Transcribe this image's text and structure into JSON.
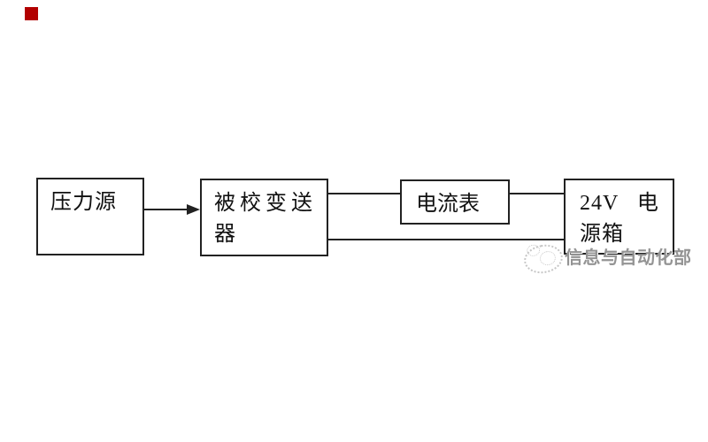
{
  "colors": {
    "accent_red": "#b20000",
    "line": "#222222",
    "watermark": "#949494"
  },
  "diagram": {
    "nodes": [
      {
        "id": "pressure-source",
        "lines": [
          "压力源"
        ]
      },
      {
        "id": "transmitter-under-calibration",
        "lines": [
          "被校变送",
          "器"
        ]
      },
      {
        "id": "ammeter",
        "lines": [
          "电流表"
        ]
      },
      {
        "id": "24v-power-box",
        "lines": [
          "24V   电",
          "源箱"
        ]
      }
    ],
    "connections": [
      {
        "from": "pressure-source",
        "to": "transmitter-under-calibration",
        "type": "arrow"
      },
      {
        "from": "transmitter-under-calibration",
        "to": "ammeter",
        "type": "line"
      },
      {
        "from": "ammeter",
        "to": "24v-power-box",
        "type": "line"
      },
      {
        "from": "transmitter-under-calibration",
        "to": "24v-power-box",
        "type": "line"
      }
    ]
  },
  "watermark": {
    "text": "信息与自动化部"
  }
}
